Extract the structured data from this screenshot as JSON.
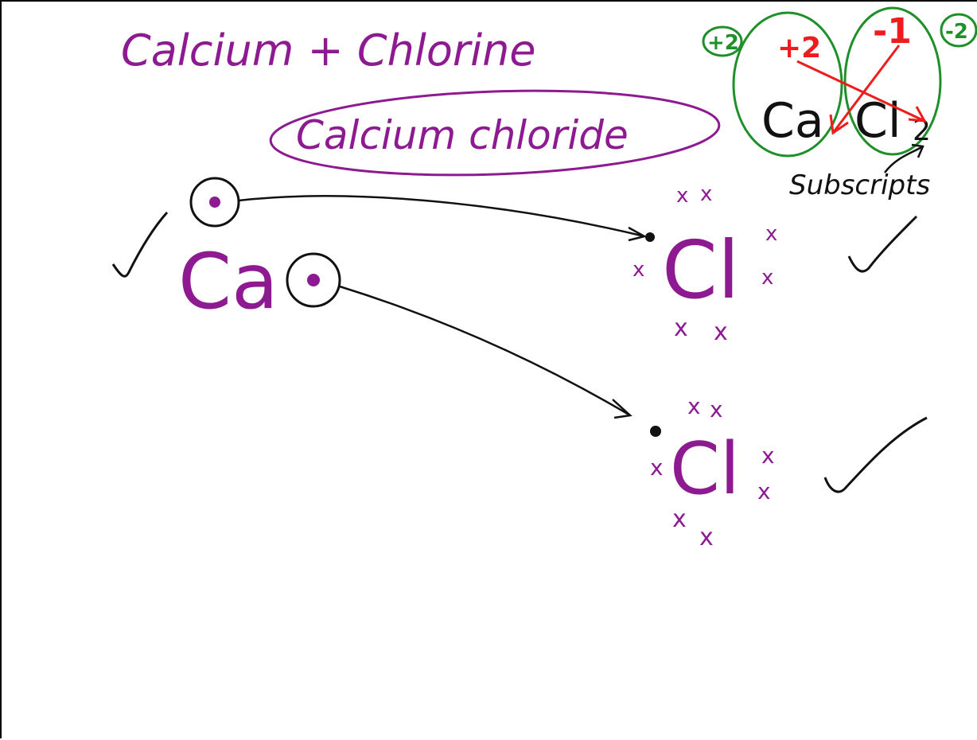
{
  "title": "Calcium + Chlorine",
  "compound_name": "Calcium chloride",
  "formula": {
    "metal": "Ca",
    "nonmetal": "Cl",
    "subscript": "2"
  },
  "charges": {
    "calcium_red": "+2",
    "chlorine_red": "-1",
    "calcium_green": "+2",
    "chloride_total_green": "-2"
  },
  "subscripts_label": "Subscripts",
  "calcium_symbol": "Ca",
  "chlorine_symbol": "Cl",
  "cross_marks": [
    "x",
    "x",
    "x",
    "x",
    "x",
    "x",
    "x"
  ],
  "check_mark": "✓",
  "colors": {
    "ink_purple": "#8e1a92",
    "ink_black": "#111111",
    "ink_red": "#ee1c1c",
    "ink_green": "#1f8f2a"
  }
}
